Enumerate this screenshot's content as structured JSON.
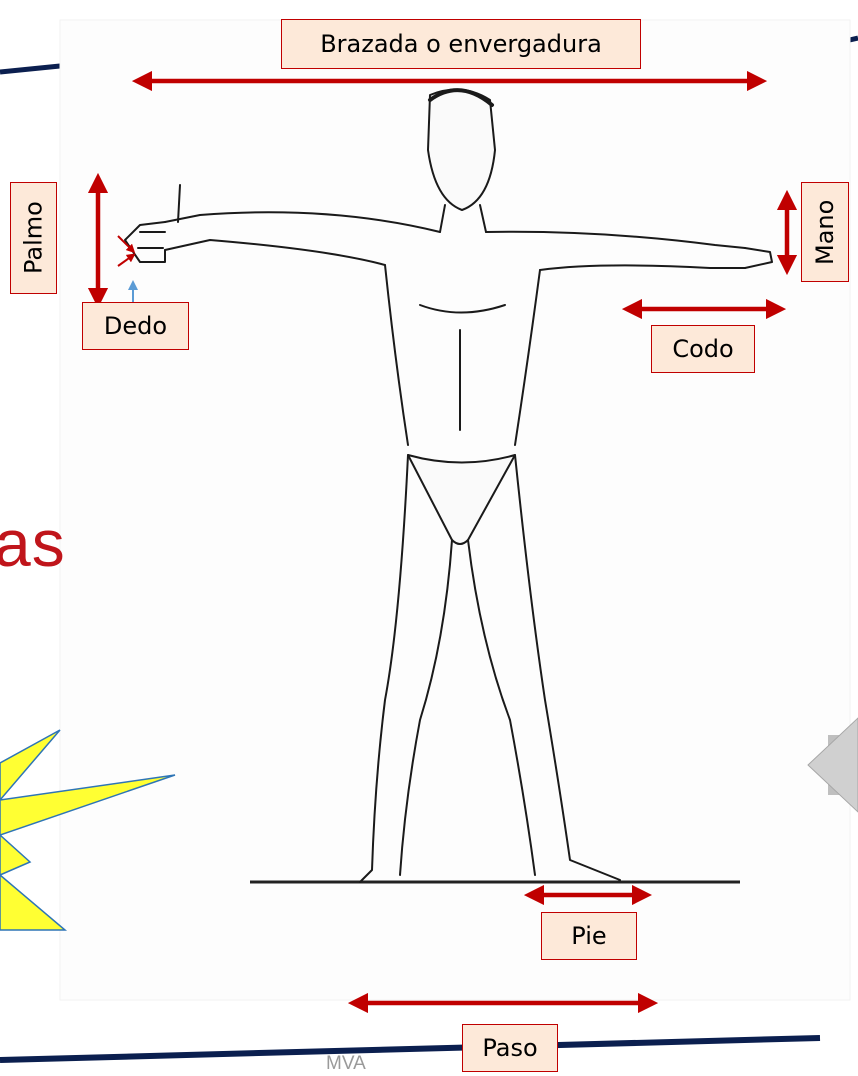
{
  "labels": {
    "brazada": "Brazada o envergadura",
    "palmo": "Palmo",
    "dedo": "Dedo",
    "mano": "Mano",
    "codo": "Codo",
    "pie": "Pie",
    "paso": "Paso"
  },
  "slide_fragment": "as",
  "footer": "MVA",
  "colors": {
    "arrow": "#c00000",
    "label_fill": "#fde9d9",
    "navy_line": "#0b1f4f",
    "burst_fill": "#ffff33",
    "dedo_pointer": "#5b9bd5"
  },
  "icons": [
    "speaker-icon"
  ]
}
